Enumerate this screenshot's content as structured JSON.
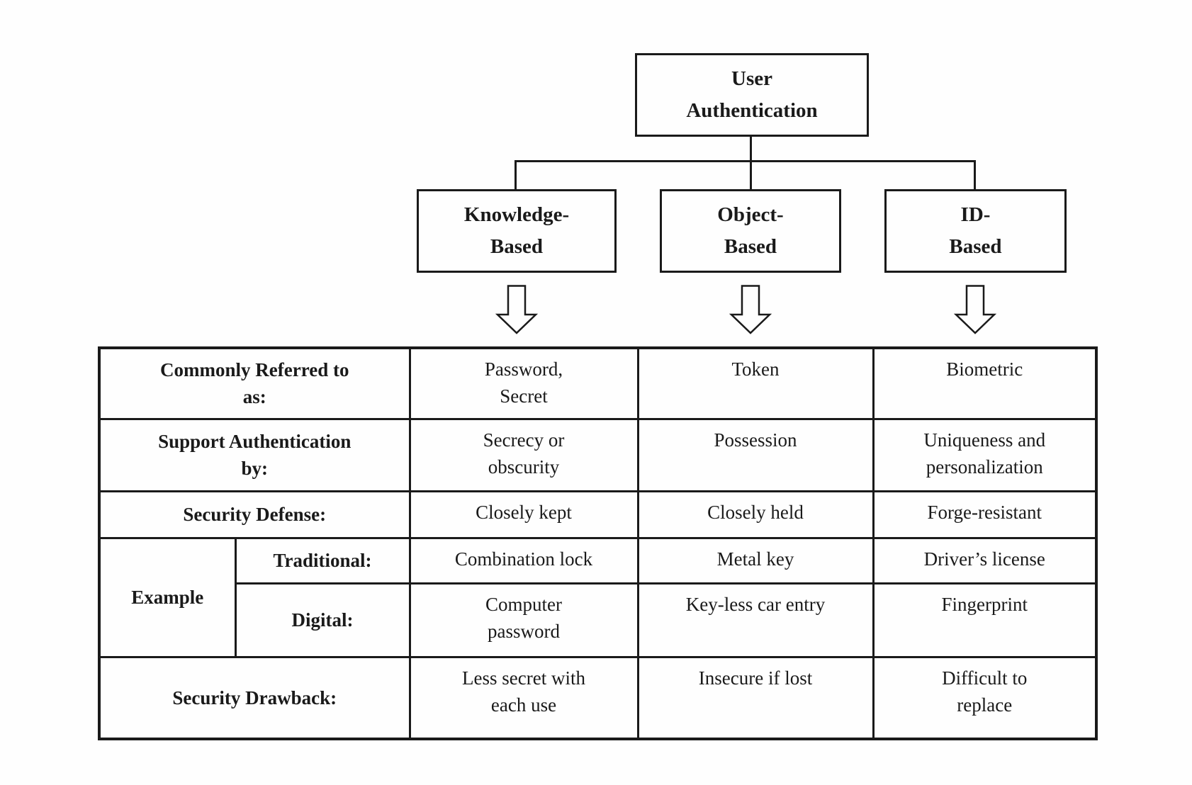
{
  "colors": {
    "ink": "#1a1a1a",
    "background": "#ffffff"
  },
  "flowchart": {
    "root": {
      "label": [
        "User",
        "Authentication"
      ]
    },
    "children": [
      {
        "label": [
          "Knowledge-",
          "Based"
        ]
      },
      {
        "label": [
          "Object-",
          "Based"
        ]
      },
      {
        "label": [
          "ID-",
          "Based"
        ]
      }
    ]
  },
  "table": {
    "example_group_label": "Example",
    "rows": [
      {
        "header": [
          "Commonly Referred to",
          "as:"
        ],
        "cells": [
          [
            "Password,",
            "Secret"
          ],
          [
            "Token"
          ],
          [
            "Biometric"
          ]
        ]
      },
      {
        "header": [
          "Support Authentication",
          "by:"
        ],
        "cells": [
          [
            "Secrecy or",
            "obscurity"
          ],
          [
            "Possession"
          ],
          [
            "Uniqueness and",
            "personalization"
          ]
        ]
      },
      {
        "header": [
          "Security Defense:"
        ],
        "cells": [
          [
            "Closely kept"
          ],
          [
            "Closely held"
          ],
          [
            "Forge-resistant"
          ]
        ]
      },
      {
        "header": [
          "Traditional:"
        ],
        "cells": [
          [
            "Combination lock"
          ],
          [
            "Metal key"
          ],
          [
            "Driver’s license"
          ]
        ]
      },
      {
        "header": [
          "Digital:"
        ],
        "cells": [
          [
            "Computer",
            "password"
          ],
          [
            "Key-less car entry"
          ],
          [
            "Fingerprint"
          ]
        ]
      },
      {
        "header": [
          "Security Drawback:"
        ],
        "cells": [
          [
            "Less secret with",
            "each use"
          ],
          [
            "Insecure if lost"
          ],
          [
            "Difficult to",
            "replace"
          ]
        ]
      }
    ]
  }
}
